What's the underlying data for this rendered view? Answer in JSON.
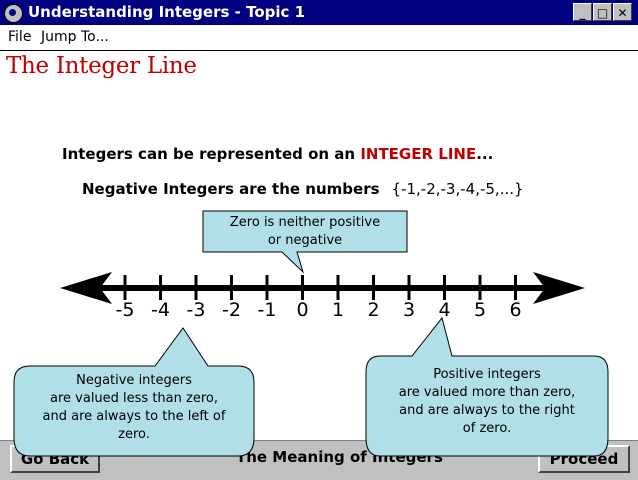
{
  "window": {
    "title": "Understanding Integers - Topic 1",
    "buttons": {
      "minimize": "_",
      "maximize": "□",
      "close": "✕"
    }
  },
  "menu": {
    "file": "File",
    "jump": "Jump To..."
  },
  "page": {
    "title": "The Integer Line",
    "line1_prefix": "Integers can be represented on an ",
    "line1_highlight": "INTEGER LINE",
    "line1_suffix": "...",
    "line2_text": "Negative Integers are the numbers",
    "line2_set": "{-1,-2,-3,-4,-5,...}"
  },
  "number_line": {
    "ticks": [
      -5,
      -4,
      -3,
      -2,
      -1,
      0,
      1,
      2,
      3,
      4,
      5,
      6
    ],
    "labels": [
      "-5",
      "-4",
      "-3",
      "-2",
      "-1",
      "0",
      "1",
      "2",
      "3",
      "4",
      "5",
      "6"
    ]
  },
  "callouts": {
    "zero": [
      "Zero is neither positive",
      "or negative"
    ],
    "negative": [
      "Negative integers",
      "are valued less than zero,",
      "and are always to the left of",
      "zero."
    ],
    "positive": [
      "Positive integers",
      "are valued more than zero,",
      "and are always to the right",
      "of zero."
    ]
  },
  "bottom": {
    "back_label": "Go Back",
    "topic_label": "The Meaning of Integers",
    "proceed_label": "Proceed"
  },
  "colors": {
    "titlebar": "#000080",
    "accent": "#c00000",
    "callout": "#b0dfe8"
  }
}
